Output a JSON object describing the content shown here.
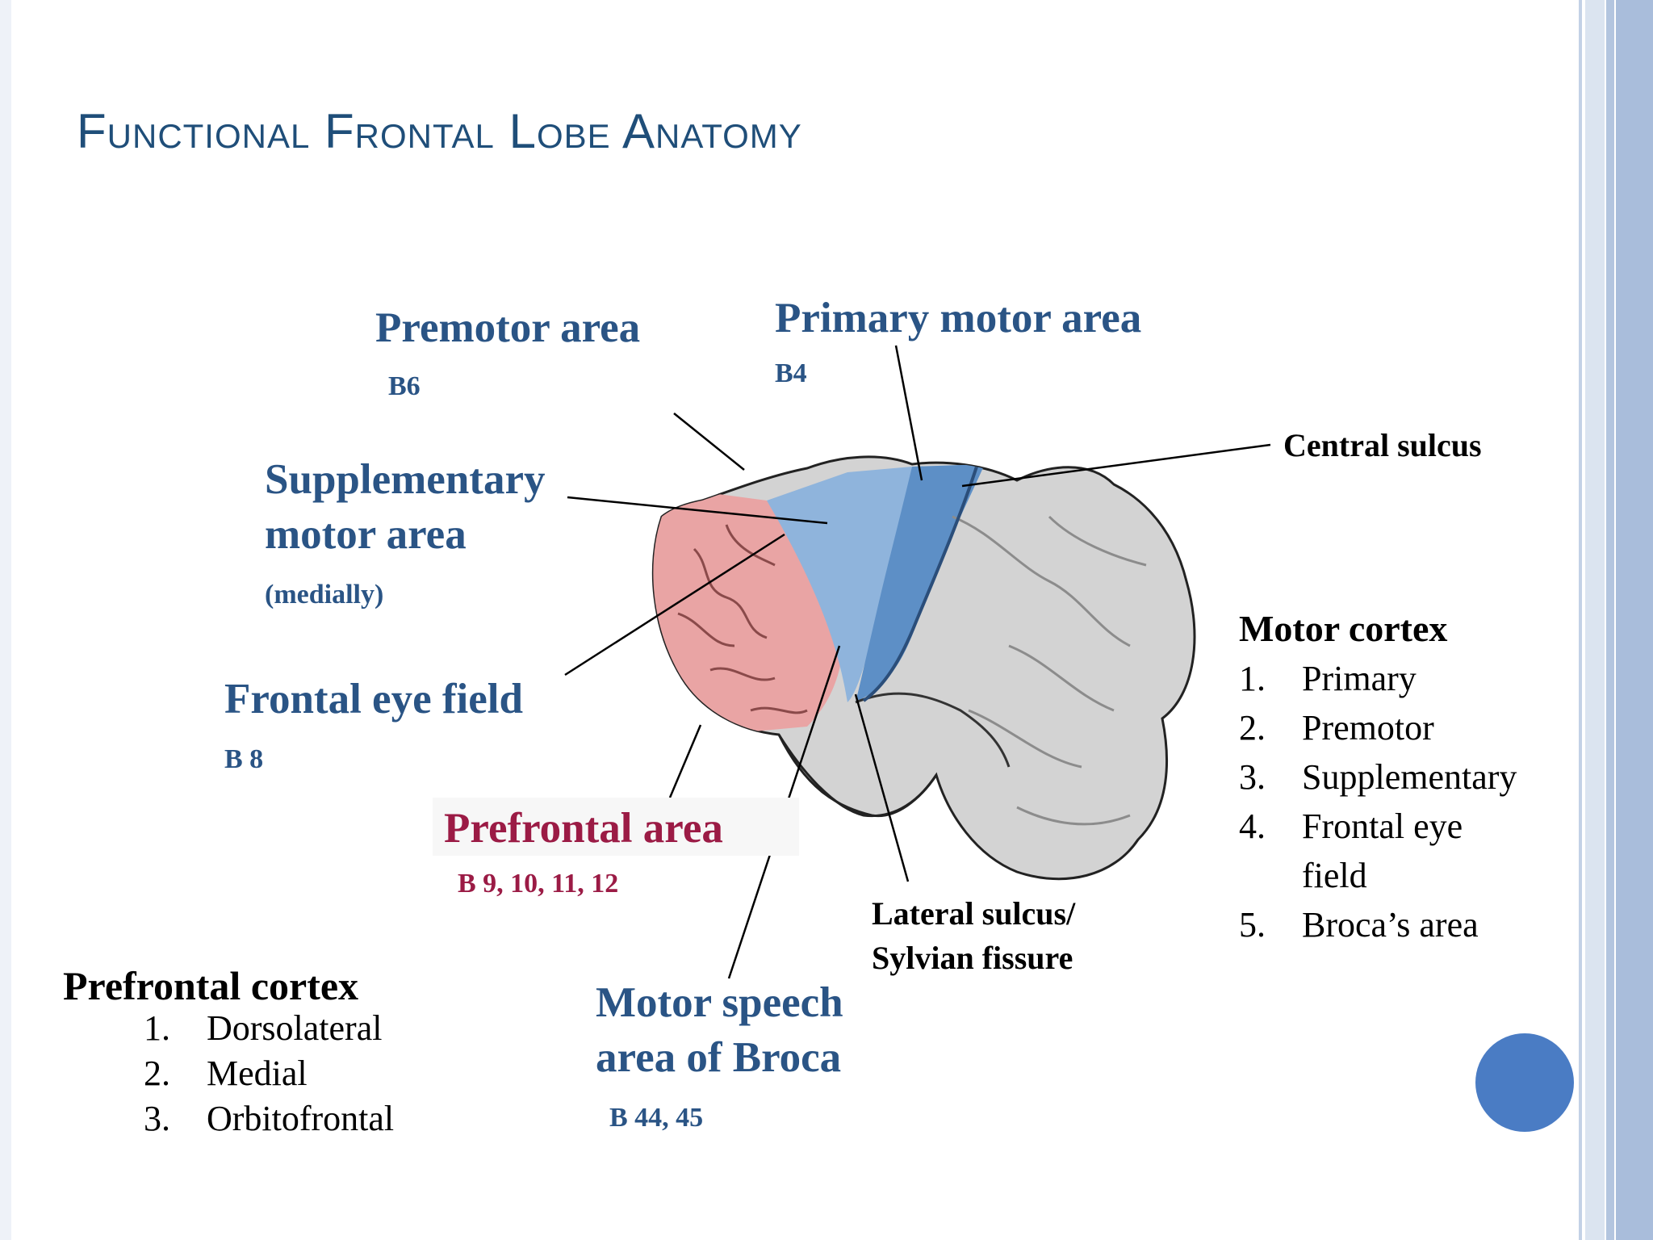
{
  "title": "Functional Frontal Lobe Anatomy",
  "labels": {
    "premotor": "Premotor area",
    "premotor_code": "B6",
    "primary_motor": "Primary motor area",
    "primary_motor_code": "B4",
    "central_sulcus": "Central sulcus",
    "supplementary_line1": "Supplementary",
    "supplementary_line2": "motor area",
    "supplementary_note": "(medially)",
    "frontal_eye_field": "Frontal eye field",
    "frontal_eye_field_code": "B 8",
    "prefrontal": "Prefrontal area",
    "prefrontal_code": "B 9, 10, 11, 12",
    "lateral_sulcus_line1": "Lateral sulcus/",
    "lateral_sulcus_line2": "Sylvian fissure",
    "broca_line1": "Motor speech",
    "broca_line2": "area of Broca",
    "broca_code": "B 44, 45"
  },
  "motor_cortex": {
    "heading": "Motor cortex",
    "items": [
      {
        "num": "1.",
        "text": "Primary"
      },
      {
        "num": "2.",
        "text": "Premotor"
      },
      {
        "num": "3.",
        "text": "Supplementary"
      },
      {
        "num": "4.",
        "text": "Frontal eye"
      },
      {
        "num": "",
        "text": "field"
      },
      {
        "num": "5.",
        "text": "Broca’s area"
      }
    ]
  },
  "prefrontal_cortex": {
    "heading": "Prefrontal cortex",
    "items": [
      {
        "num": "1.",
        "text": "Dorsolateral"
      },
      {
        "num": "2.",
        "text": "Medial"
      },
      {
        "num": "3.",
        "text": "Orbitofrontal"
      }
    ]
  },
  "colors": {
    "title": "#1f4e79",
    "label_blue": "#2a5485",
    "label_red": "#9b1b45",
    "motor_region": "#6f9fd0",
    "prefrontal_region": "#e8a3a3",
    "brain_gray": "#c9c9c9",
    "accent_dot": "#4a7cc4"
  }
}
